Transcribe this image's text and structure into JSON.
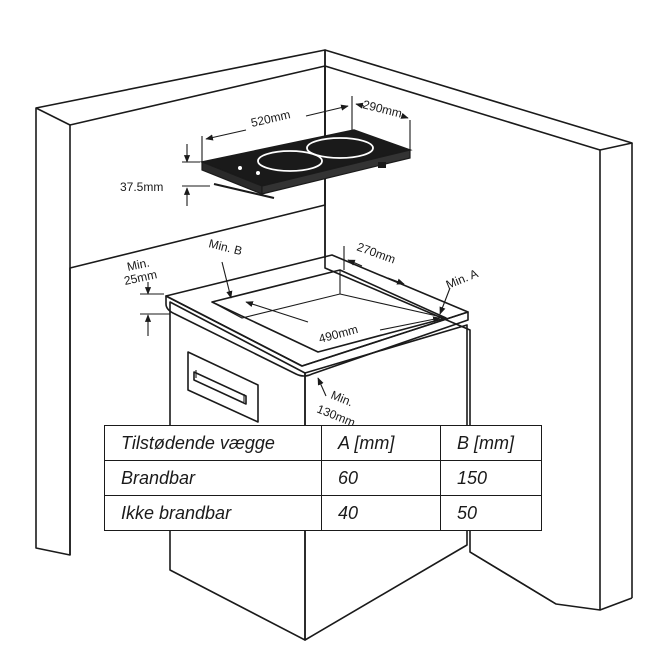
{
  "dimensions": {
    "hob_width": "520mm",
    "hob_depth": "290mm",
    "hob_height": "37.5mm",
    "min_b": "Min. B",
    "min_top_1": "Min.",
    "min_top_2": "25mm",
    "cutout_depth": "270mm",
    "min_a": "Min. A",
    "cutout_width": "490mm",
    "min_bottom_1": "Min.",
    "min_bottom_2": "130mm"
  },
  "table": {
    "headers": [
      "Tilstødende vægge",
      "A [mm]",
      "B [mm]"
    ],
    "rows": [
      [
        "Brandbar",
        "60",
        "150"
      ],
      [
        "Ikke brandbar",
        "40",
        "50"
      ]
    ]
  }
}
